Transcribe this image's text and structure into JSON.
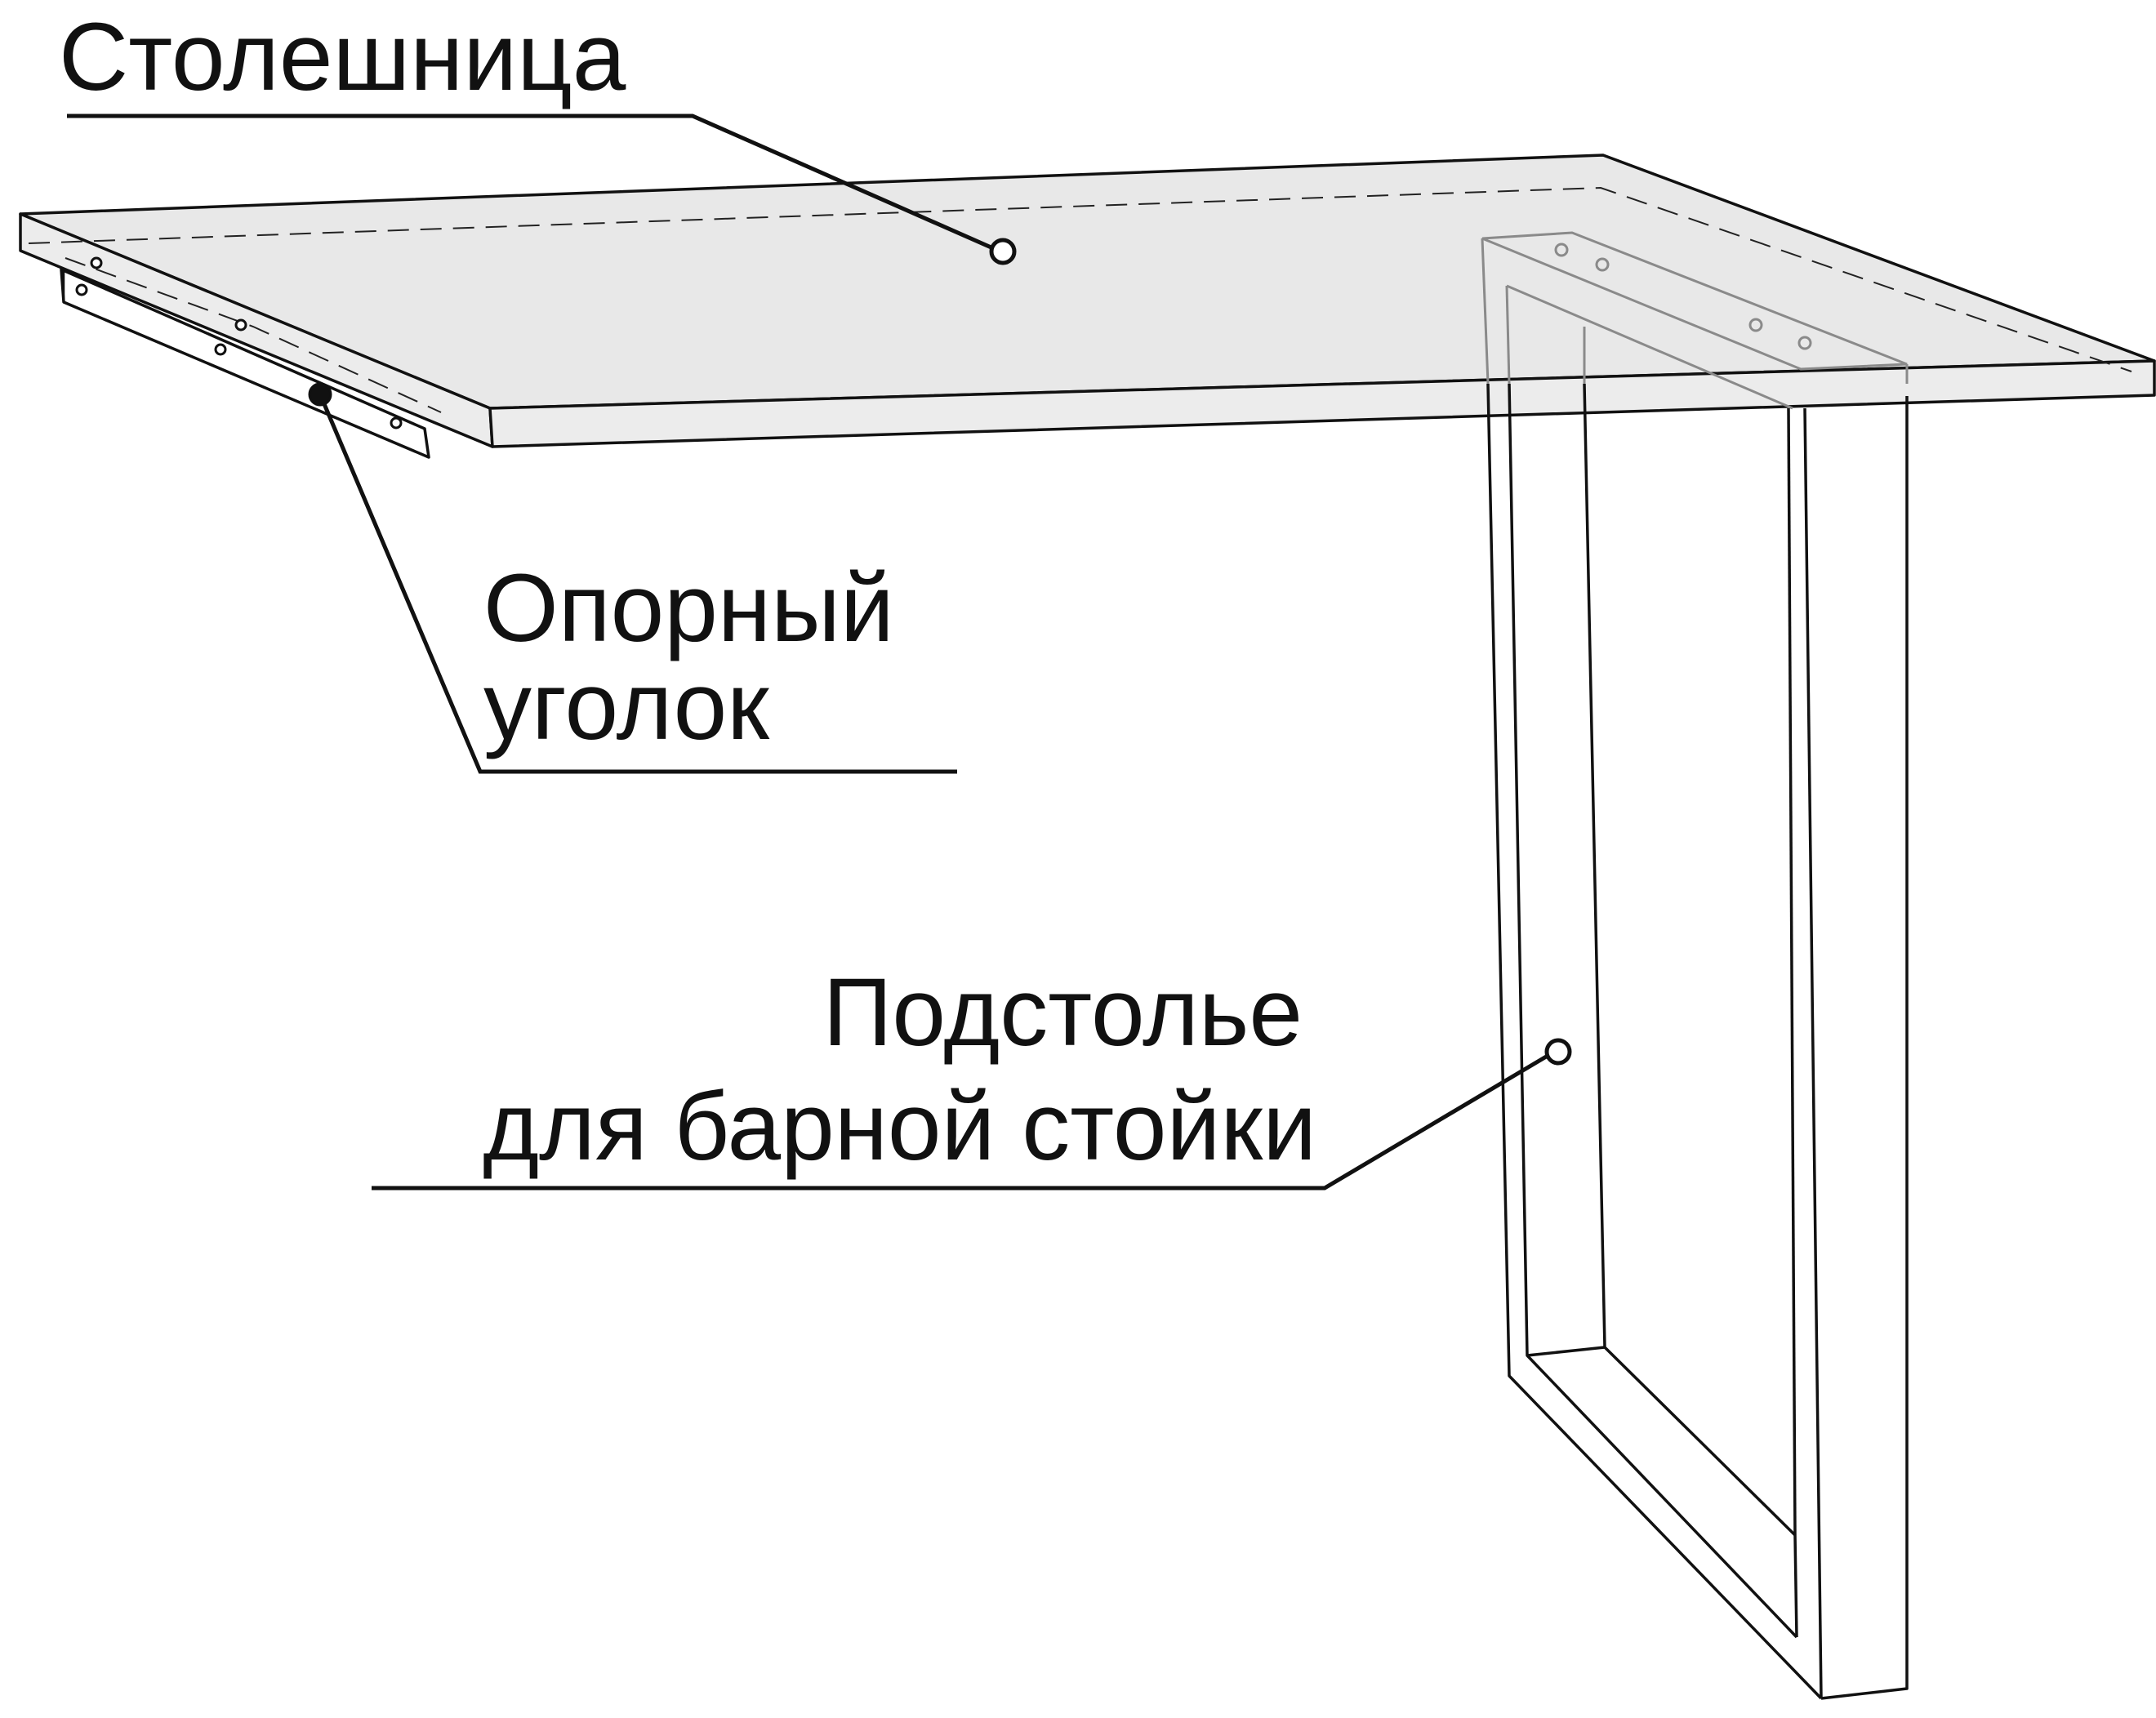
{
  "labels": {
    "tabletop": "Столешница",
    "support_angle_line1": "Опорный",
    "support_angle_line2": "уголок",
    "base_line1": "Подстолье",
    "base_line2": "для барной стойки"
  },
  "colors": {
    "stroke": "#111111",
    "tabletop_fill": "#e8e8e8",
    "background": "#ffffff"
  }
}
